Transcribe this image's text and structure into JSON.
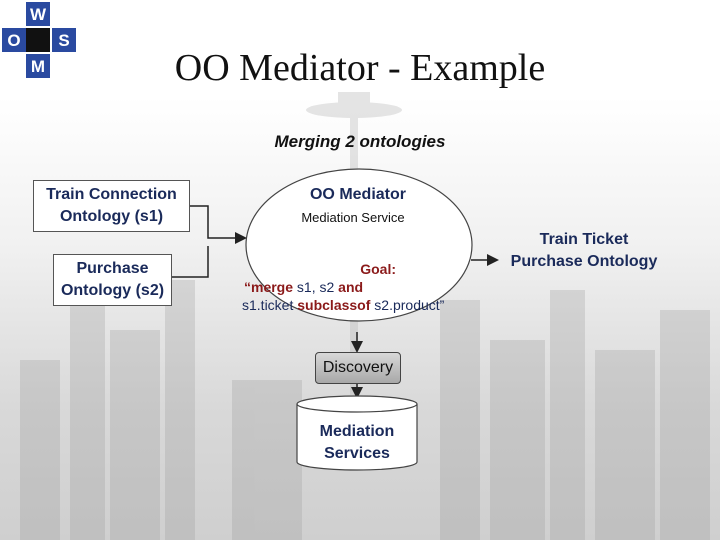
{
  "title": "OO Mediator - Example",
  "subtitle": "Merging 2 ontologies",
  "logo": {
    "letters": [
      "W",
      "S",
      "M",
      "O"
    ]
  },
  "nodes": {
    "train_connection": [
      "Train Connection",
      "Ontology (s1)"
    ],
    "purchase": [
      "Purchase",
      "Ontology (s2)"
    ],
    "oo_mediator": "OO Mediator",
    "mediation_service": "Mediation Service",
    "goal_title": "Goal:",
    "goal_line1_a": "“merge",
    "goal_line1_b": " s1, s2 ",
    "goal_line1_c": "and",
    "goal_line2_a": "s1.ticket ",
    "goal_line2_b": "subclassof",
    "goal_line2_c": " s2.product”",
    "train_ticket": [
      "Train Ticket",
      "Purchase Ontology"
    ],
    "discovery": "Discovery",
    "mediation_services": [
      "Mediation",
      "Services"
    ]
  },
  "colors": {
    "text": "#1a2a5a",
    "logo_blue": "#2a4aa0",
    "logo_dark": "#1c2a55"
  }
}
